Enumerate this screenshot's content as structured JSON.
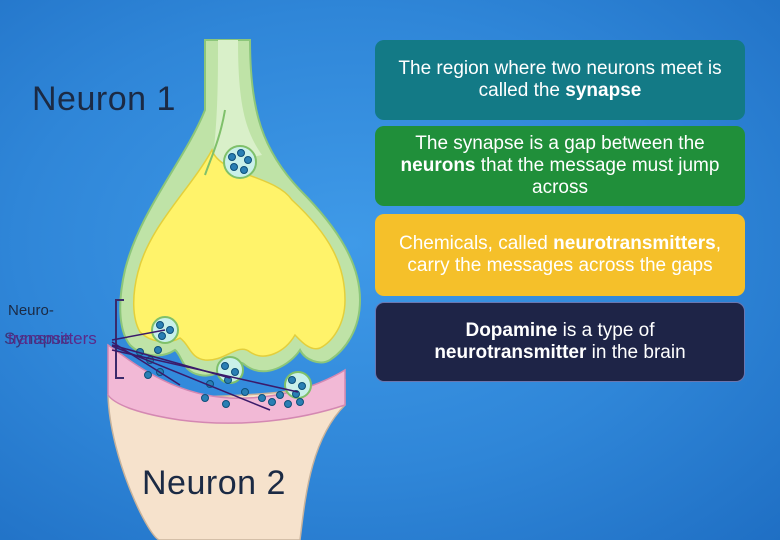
{
  "labels": {
    "neuron1": "Neuron 1",
    "neuron2": "Neuron 2",
    "neurotransmitters_line1": "Neuro-",
    "neurotransmitters_line2": "transmitters",
    "synapse": "Synapse"
  },
  "boxes": [
    {
      "pre": "The region where two neurons meet is called the ",
      "bold": "synapse",
      "post": ""
    },
    {
      "pre": "The synapse is a gap between the ",
      "bold": "neurons",
      "post": " that the message must jump across"
    },
    {
      "pre": "Chemicals, called ",
      "bold": "neurotransmitters",
      "post": ", carry the messages across the gaps"
    },
    {
      "pre": "",
      "bold": "Dopamine",
      "mid": " is a type of ",
      "bold2": "neurotransmitter",
      "post": " in the brain"
    }
  ],
  "colors": {
    "box1": "#137a86",
    "box2": "#208f3a",
    "box3": "#f5c02a",
    "box4": "#1e2447",
    "axon": "#a8dc90",
    "terminal_fill": "#fff36a",
    "neuron2_fill": "#f6e2cc",
    "membrane": "#e8a9c9"
  }
}
